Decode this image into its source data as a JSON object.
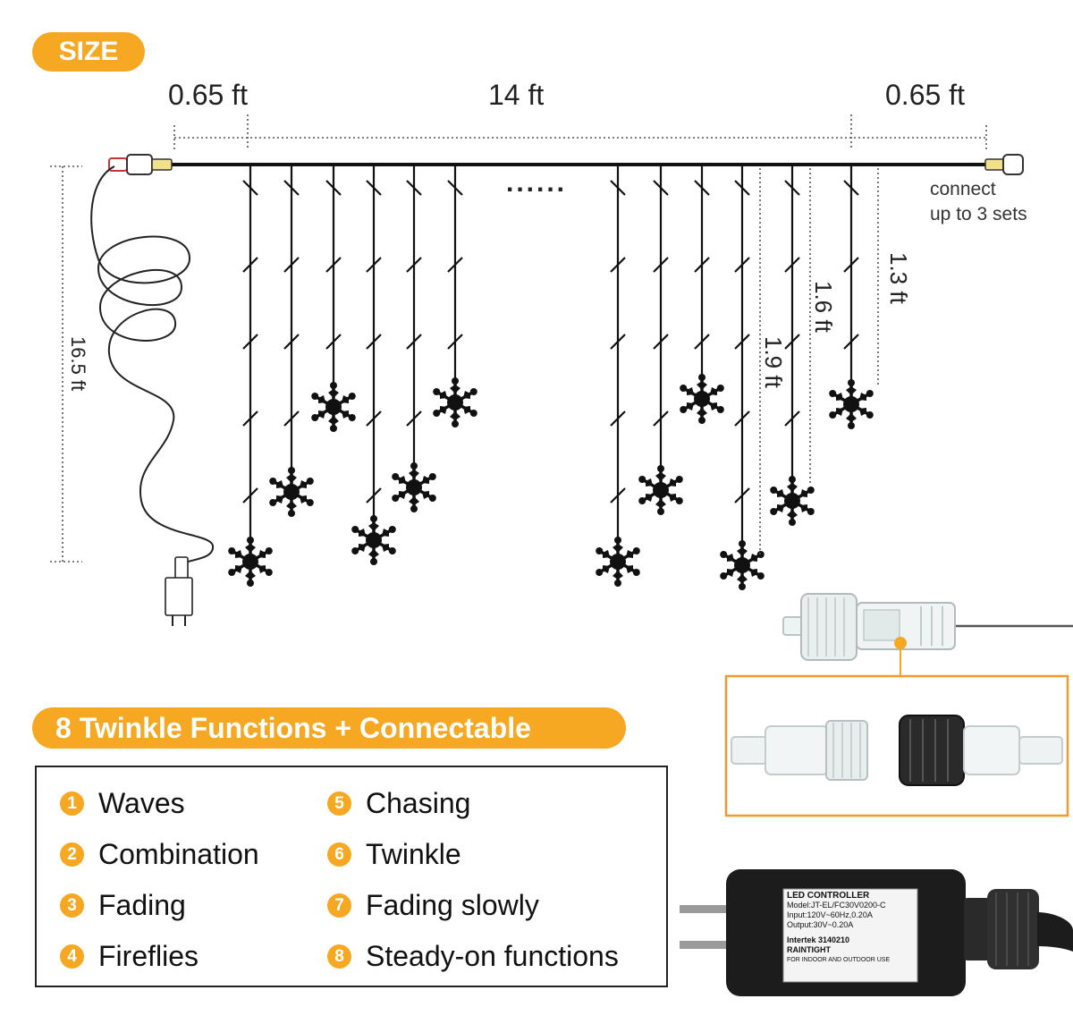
{
  "header": {
    "size_label": "SIZE"
  },
  "dimensions": {
    "left_offset": "0.65 ft",
    "main_length": "14 ft",
    "right_offset": "0.65 ft",
    "lead_length": "16.5 ft",
    "drop_1": "1.3 ft",
    "drop_2": "1.6 ft",
    "drop_3": "1.9 ft",
    "gap_dots": "......"
  },
  "connect_note": {
    "line1": "connect",
    "line2": "up to 3 sets"
  },
  "functions": {
    "title": "8 Twinkle Functions + Connectable",
    "items": [
      {
        "num": "1",
        "label": "Waves"
      },
      {
        "num": "2",
        "label": "Combination"
      },
      {
        "num": "3",
        "label": "Fading"
      },
      {
        "num": "4",
        "label": "Fireflies"
      },
      {
        "num": "5",
        "label": "Chasing"
      },
      {
        "num": "6",
        "label": "Twinkle"
      },
      {
        "num": "7",
        "label": "Fading slowly"
      },
      {
        "num": "8",
        "label": "Steady-on functions"
      }
    ]
  },
  "controller_label": {
    "brand": "LED CONTROLLER",
    "model": "Model:JT-EL/FC30V0200-C",
    "input": "Input:120V~60Hz,0.20A",
    "output": "Output:30V~0.20A",
    "cert": "Intertek 3140210",
    "rain": "RAINTIGHT",
    "use": "FOR INDOOR AND OUTDOOR USE"
  },
  "colors": {
    "accent": "#f7a823",
    "line": "#111111",
    "dotted": "#555555"
  }
}
